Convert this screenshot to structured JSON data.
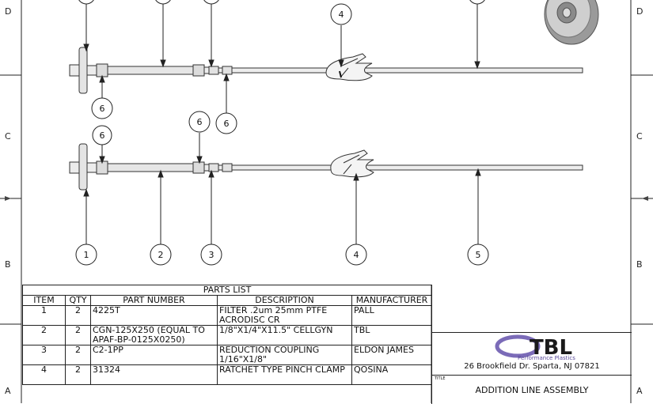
{
  "zones": {
    "d_left": "D",
    "d_right": "D",
    "c_left": "C",
    "c_right": "C",
    "b_left": "B",
    "b_right": "B",
    "a_left": "A",
    "a_right": "A"
  },
  "balloons": {
    "top_4": "4",
    "top_6a": "6",
    "top_6b": "6",
    "top_6c": "6",
    "bot_6": "6",
    "bot_1": "1",
    "bot_2": "2",
    "bot_3": "3",
    "bot_4": "4",
    "bot_5": "5"
  },
  "parts_list": {
    "title": "PARTS LIST",
    "headers": [
      "ITEM",
      "QTY",
      "PART NUMBER",
      "DESCRIPTION",
      "MANUFACTURER"
    ],
    "rows": [
      [
        "1",
        "2",
        "4225T",
        "FILTER .2um 25mm PTFE ACRODISC CR",
        "PALL"
      ],
      [
        "2",
        "2",
        "CGN-125X250 (EQUAL TO APAF-BP-0125X0250)",
        "1/8\"X1/4\"X11.5\" CELLGYN",
        "TBL"
      ],
      [
        "3",
        "2",
        "C2-1PP",
        "REDUCTION COUPLING 1/16\"X1/8\"",
        "ELDON JAMES"
      ],
      [
        "4",
        "2",
        "31324",
        "RATCHET TYPE PINCH CLAMP",
        "QOSINA"
      ]
    ]
  },
  "title_block": {
    "logo": "TBL",
    "tagline": "Performance Plastics",
    "address": "26 Brookfield Dr. Sparta, NJ 07821",
    "title_label": "TITLE",
    "title": "ADDITION LINE ASSEMBLY"
  }
}
